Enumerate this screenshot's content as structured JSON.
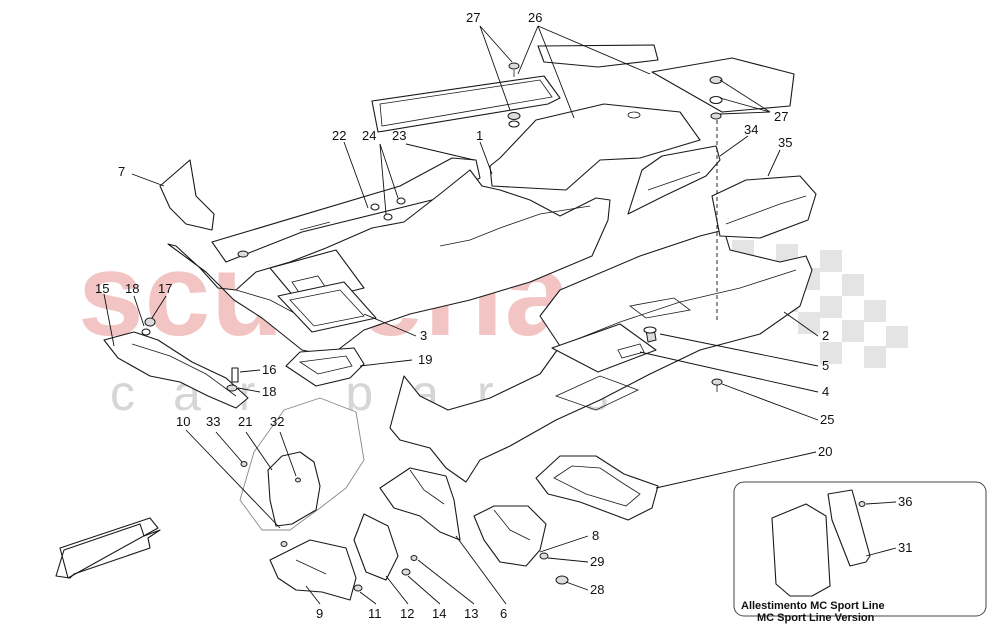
{
  "watermark": {
    "brand": "scuderia",
    "sub": "car parts"
  },
  "inset": {
    "caption_line1": "Allestimento MC Sport Line",
    "caption_line2": "MC Sport Line Version"
  },
  "callouts": {
    "c1": "1",
    "c2": "2",
    "c3": "3",
    "c4": "4",
    "c5": "5",
    "c6": "6",
    "c7": "7",
    "c8": "8",
    "c9": "9",
    "c10": "10",
    "c11": "11",
    "c12": "12",
    "c13": "13",
    "c14": "14",
    "c15": "15",
    "c16": "16",
    "c17": "17",
    "c18a": "18",
    "c18b": "18",
    "c19": "19",
    "c20": "20",
    "c21": "21",
    "c22": "22",
    "c23": "23",
    "c24": "24",
    "c25": "25",
    "c26": "26",
    "c27a": "27",
    "c27b": "27",
    "c28": "28",
    "c29": "29",
    "c31": "31",
    "c32": "32",
    "c33": "33",
    "c34": "34",
    "c35": "35",
    "c36": "36"
  },
  "colors": {
    "watermark_red": "#f2c4c4",
    "watermark_grey": "#d6d6d6",
    "line": "#1a1a1a"
  }
}
